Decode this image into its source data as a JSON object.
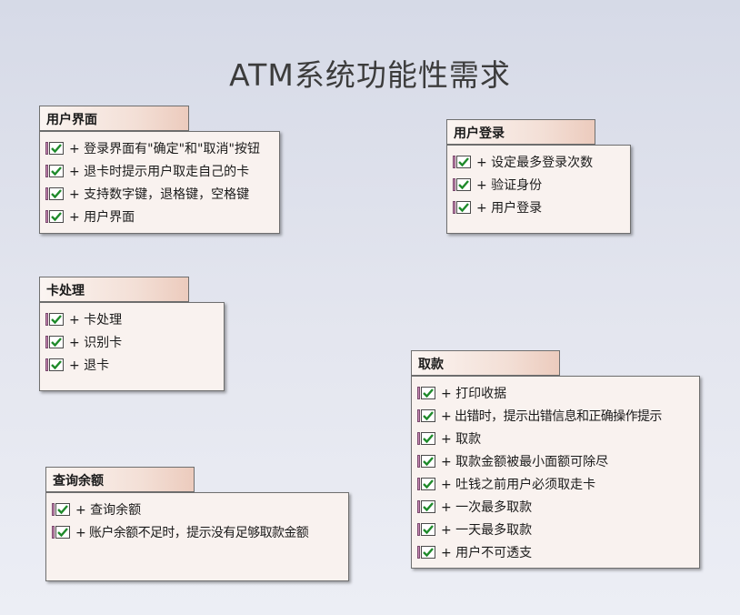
{
  "title": "ATM系统功能性需求",
  "packages": {
    "ui": {
      "name": "用户界面",
      "items": [
        "+ 登录界面有\"确定\"和\"取消\"按钮",
        "+ 退卡时提示用户取走自己的卡",
        "+ 支持数字键，退格键，空格键",
        "+ 用户界面"
      ]
    },
    "login": {
      "name": "用户登录",
      "items": [
        "+ 设定最多登录次数",
        "+ 验证身份",
        "+ 用户登录"
      ]
    },
    "card": {
      "name": "卡处理",
      "items": [
        "+ 卡处理",
        "+ 识别卡",
        "+ 退卡"
      ]
    },
    "withdraw": {
      "name": "取款",
      "items": [
        "+ 打印收据",
        "+ 出错时，提示出错信息和正确操作提示",
        "+ 取款",
        "+ 取款金额被最小面额可除尽",
        "+ 吐钱之前用户必须取走卡",
        "+ 一次最多取款",
        "+ 一天最多取款",
        "+ 用户不可透支"
      ]
    },
    "balance": {
      "name": "查询余额",
      "items": [
        "+ 查询余额",
        "+ 账户余额不足时，提示没有足够取款金额"
      ]
    }
  },
  "icons": {
    "requirement": "requirement-check-icon"
  },
  "colors": {
    "tab_gradient_end": "#eccbbd",
    "body_fill": "#f9f2ef",
    "check": "#1e8a2a"
  }
}
